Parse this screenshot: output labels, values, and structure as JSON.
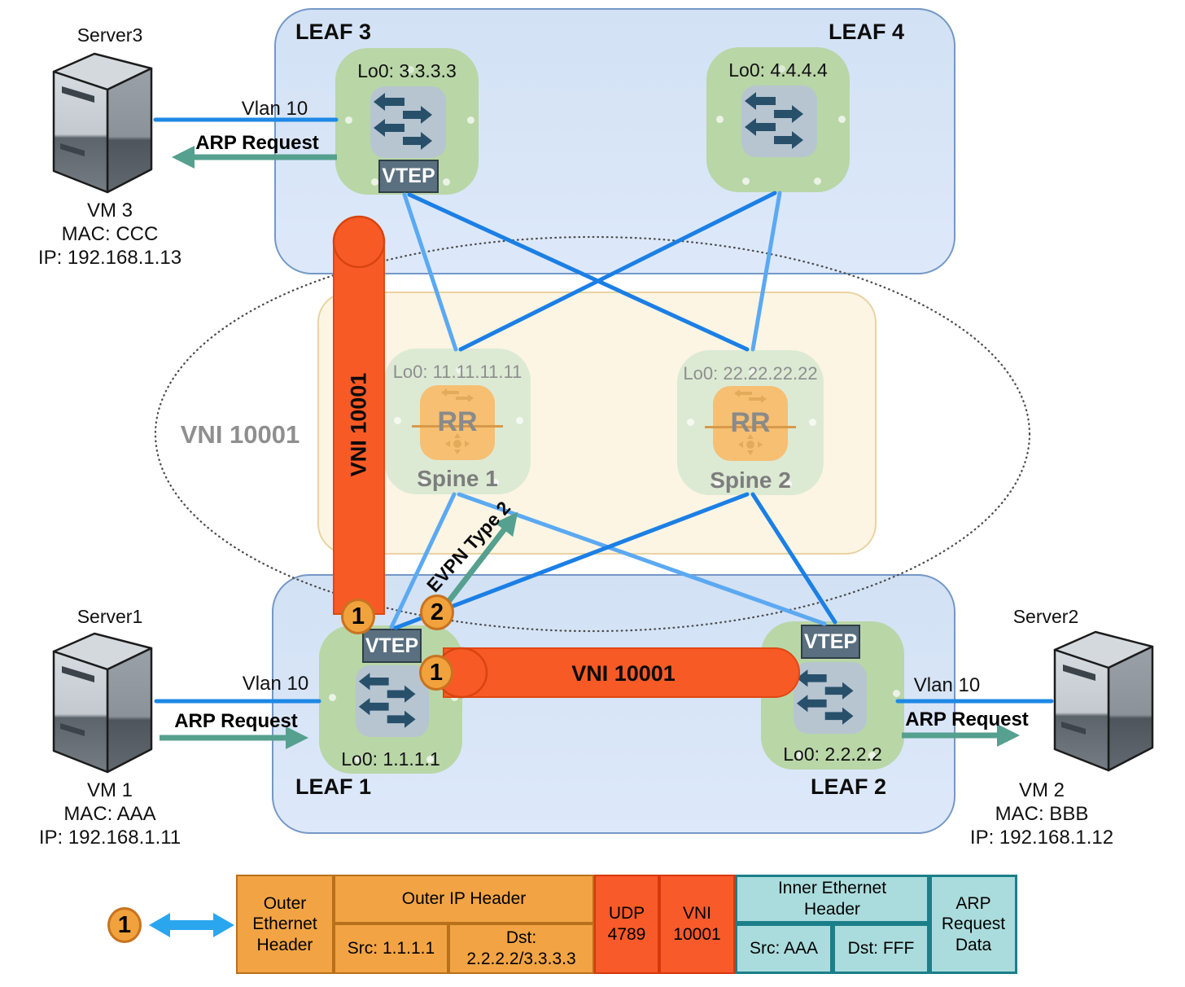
{
  "pods": {
    "leaf3": {
      "title": "LEAF 3",
      "lo0": "Lo0: 3.3.3.3",
      "vtep": "VTEP"
    },
    "leaf4": {
      "title": "LEAF 4",
      "lo0": "Lo0: 4.4.4.4"
    },
    "leaf1": {
      "title": "LEAF 1",
      "lo0": "Lo0: 1.1.1.1",
      "vtep": "VTEP"
    },
    "leaf2": {
      "title": "LEAF 2",
      "lo0": "Lo0: 2.2.2.2",
      "vtep": "VTEP"
    },
    "spine1": {
      "title": "Spine 1",
      "lo0": "Lo0: 11.11.11.11",
      "rr": "RR"
    },
    "spine2": {
      "title": "Spine 2",
      "lo0": "Lo0: 22.22.22.22",
      "rr": "RR"
    }
  },
  "servers": {
    "server3": {
      "name": "Server3",
      "info": "VM 3\nMAC: CCC\nIP: 192.168.1.13"
    },
    "server1": {
      "name": "Server1",
      "info": "VM 1\nMAC: AAA\nIP: 192.168.1.11"
    },
    "server2": {
      "name": "Server2",
      "info": "VM 2\nMAC: BBB\nIP: 192.168.1.12"
    }
  },
  "edges": {
    "server3_leaf3": {
      "vlan": "Vlan 10",
      "arp": "ARP Request"
    },
    "server1_leaf1": {
      "vlan": "Vlan 10",
      "arp": "ARP Request"
    },
    "leaf2_server2": {
      "vlan": "Vlan 10",
      "arp": "ARP Request"
    }
  },
  "overlay": {
    "vni_zone": "VNI 10001",
    "tube_vertical": "VNI 10001",
    "tube_horizontal": "VNI 10001",
    "evpn_route": "EVPN Type 2"
  },
  "badges": {
    "vertical_tube": "1",
    "evpn": "2",
    "horizontal_tube": "1",
    "legend": "1"
  },
  "packet": {
    "outer_eth": "Outer\nEthernet\nHeader",
    "outer_ip": "Outer IP Header",
    "outer_src": "Src: 1.1.1.1",
    "outer_dst": "Dst:\n2.2.2.2/3.3.3.3",
    "udp": "UDP\n4789",
    "vni": "VNI\n10001",
    "inner_eth": "Inner Ethernet\nHeader",
    "inner_src": "Src: AAA",
    "inner_dst": "Dst: FFF",
    "arp_data": "ARP\nRequest\nData"
  },
  "icons": {
    "server": "server-tower",
    "switch": "switch-transfer-arrows",
    "route_reflector": "router-rr",
    "legend_arrow": "double-headed-arrow"
  },
  "colors": {
    "leaf_box": "#D8E6F6",
    "leaf_node": "#B9D6A7",
    "spine_box": "#FCF5E3",
    "spine_node": "#DCEAD4",
    "rr_fill": "#F6BF72",
    "vtep_fill": "#5A7080",
    "tube": "#F85A25",
    "badge": "#F2A23D",
    "link_light": "#5BA9F2",
    "link_dark": "#1B7FE5",
    "vlan_line": "#1E88E5",
    "arp_arrow": "#55A08E",
    "cell_orange": "#F2A444",
    "cell_red": "#F85A2A",
    "cell_teal": "#ABDCDD"
  }
}
